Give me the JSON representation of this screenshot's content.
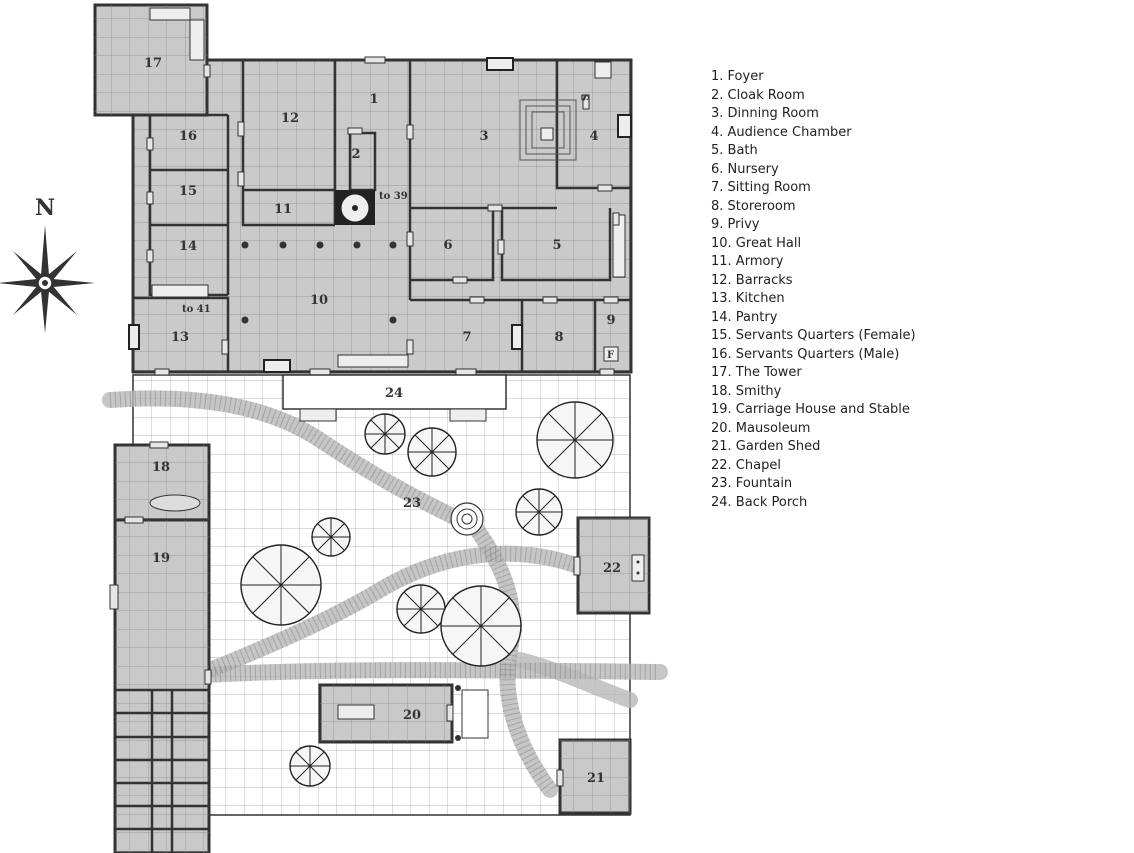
{
  "compass": {
    "label": "N"
  },
  "map_labels": {
    "stair_to_39": "to 39",
    "stair_to_41": "to 41",
    "stair_s": "S",
    "privy_f": "F"
  },
  "rooms": [
    {
      "num": "1"
    },
    {
      "num": "2"
    },
    {
      "num": "3"
    },
    {
      "num": "4"
    },
    {
      "num": "5"
    },
    {
      "num": "6"
    },
    {
      "num": "7"
    },
    {
      "num": "8"
    },
    {
      "num": "9"
    },
    {
      "num": "10"
    },
    {
      "num": "11"
    },
    {
      "num": "12"
    },
    {
      "num": "13"
    },
    {
      "num": "14"
    },
    {
      "num": "15"
    },
    {
      "num": "16"
    },
    {
      "num": "17"
    },
    {
      "num": "18"
    },
    {
      "num": "19"
    },
    {
      "num": "20"
    },
    {
      "num": "21"
    },
    {
      "num": "22"
    },
    {
      "num": "23"
    },
    {
      "num": "24"
    }
  ],
  "legend": [
    "1. Foyer",
    "2. Cloak Room",
    "3. Dinning Room",
    "4. Audience Chamber",
    "5. Bath",
    "6. Nursery",
    "7. Sitting Room",
    "8. Storeroom",
    "9. Privy",
    "10. Great Hall",
    "11. Armory",
    "12. Barracks",
    "13. Kitchen",
    "14. Pantry",
    "15. Servants Quarters (Female)",
    "16. Servants Quarters (Male)",
    "17. The Tower",
    "18. Smithy",
    "19. Carriage House and Stable",
    "20. Mausoleum",
    "21. Garden Shed",
    "22. Chapel",
    "23. Fountain",
    "24. Back Porch"
  ],
  "colors": {
    "room_fill": "#c9c9c9",
    "wall": "#333333",
    "garden": "#ffffff",
    "path": "#b8b8b8"
  }
}
